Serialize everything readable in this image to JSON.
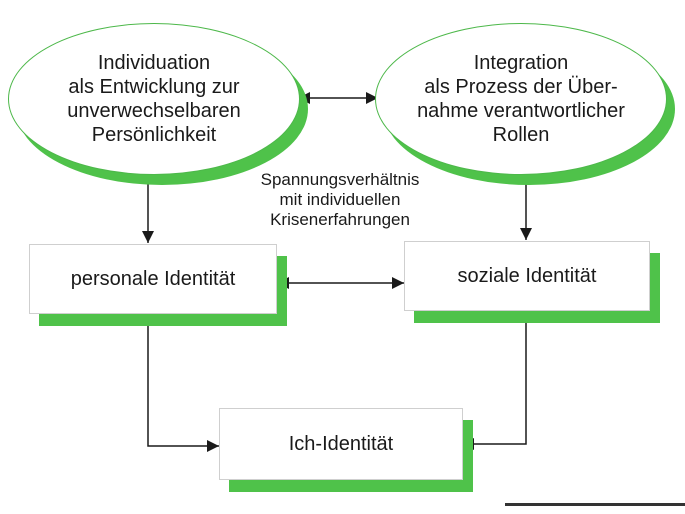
{
  "ellipses": {
    "left": {
      "lines": [
        "Individuation",
        "als Entwicklung zur",
        "unverwechselbaren",
        "Persönlichkeit"
      ]
    },
    "right": {
      "lines": [
        "Integration",
        "als Prozess der Über-",
        "nahme verantwortlicher",
        "Rollen"
      ]
    }
  },
  "tension": {
    "lines": [
      "Spannungsverhältnis",
      "mit individuellen",
      "Krisenerfahrungen"
    ]
  },
  "boxes": {
    "personal": "personale Identität",
    "social": "soziale Identität",
    "ich": "Ich-Identität"
  },
  "colors": {
    "accent_green": "#4fc24a",
    "ellipse_border": "#4db84a",
    "text": "#1a1a1a"
  }
}
